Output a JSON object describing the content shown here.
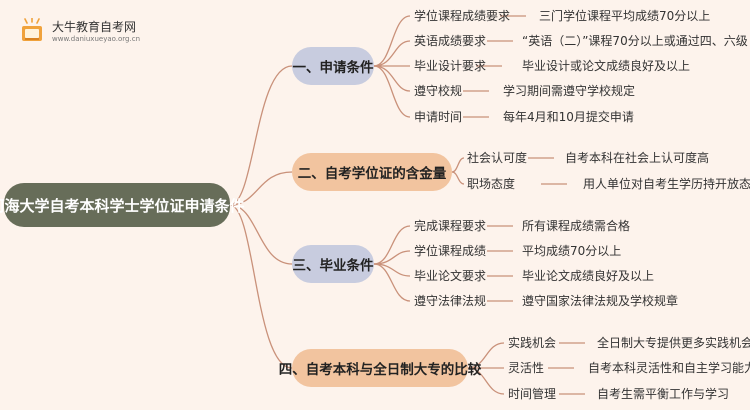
{
  "logo": {
    "name": "大牛教育自考网",
    "url": "www.daniuxueyao.org.cn",
    "icon": "book-logo-icon"
  },
  "colors": {
    "background": "#fdf3ec",
    "root": "#676d59",
    "branch_blue": "#c8ccdf",
    "branch_orange": "#f2c49f",
    "line": "#c9917a"
  },
  "root": "河海大学自考本科学士学位证申请条件",
  "branches": [
    {
      "label": "一、申请条件",
      "items": [
        {
          "key": "学位课程成绩要求",
          "value": "三门学位课程平均成绩70分以上"
        },
        {
          "key": "英语成绩要求",
          "value": "“英语（二）”课程70分以上或通过四、六级"
        },
        {
          "key": "毕业设计要求",
          "value": "毕业设计或论文成绩良好及以上"
        },
        {
          "key": "遵守校规",
          "value": "学习期间需遵守学校规定"
        },
        {
          "key": "申请时间",
          "value": "每年4月和10月提交申请"
        }
      ]
    },
    {
      "label": "二、自考学位证的含金量",
      "items": [
        {
          "key": "社会认可度",
          "value": "自考本科在社会上认可度高"
        },
        {
          "key": "职场态度",
          "value": "用人单位对自考生学历持开放态度"
        }
      ]
    },
    {
      "label": "三、毕业条件",
      "items": [
        {
          "key": "完成课程要求",
          "value": "所有课程成绩需合格"
        },
        {
          "key": "学位课程成绩",
          "value": "平均成绩70分以上"
        },
        {
          "key": "毕业论文要求",
          "value": "毕业论文成绩良好及以上"
        },
        {
          "key": "遵守法律法规",
          "value": "遵守国家法律法规及学校规章"
        }
      ]
    },
    {
      "label": "四、自考本科与全日制大专的比较",
      "items": [
        {
          "key": "实践机会",
          "value": "全日制大专提供更多实践机会"
        },
        {
          "key": "灵活性",
          "value": "自考本科灵活性和自主学习能力培养"
        },
        {
          "key": "时间管理",
          "value": "自考生需平衡工作与学习"
        }
      ]
    }
  ]
}
